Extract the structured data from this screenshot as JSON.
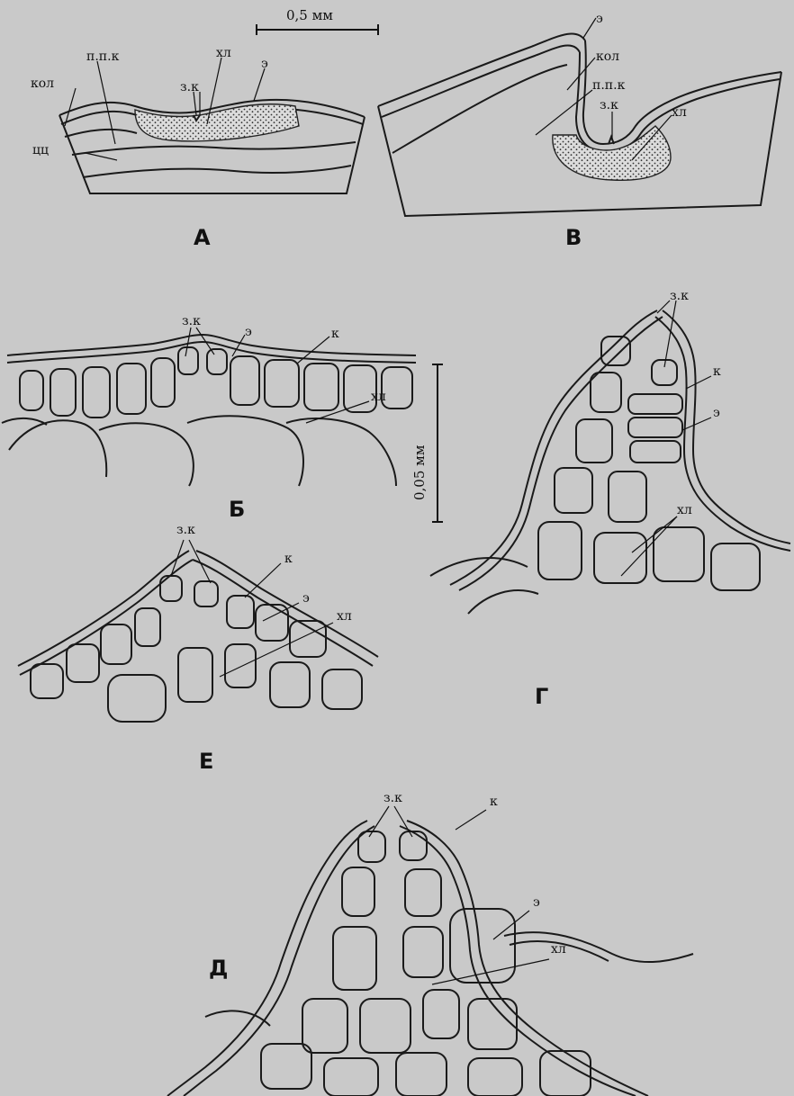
{
  "scale_bars": {
    "top_label": "0,5 мм",
    "mid_label": "0,05 мм"
  },
  "panels": {
    "A": {
      "letter": "А",
      "labels": [
        "кол",
        "п.п.к",
        "з.к",
        "хл",
        "э",
        "цц"
      ]
    },
    "B": {
      "letter": "В",
      "labels": [
        "э",
        "кол",
        "п.п.к",
        "з.к",
        "хл"
      ]
    },
    "Б": {
      "letter": "Б",
      "labels": [
        "з.к",
        "э",
        "к",
        "хл"
      ]
    },
    "Г": {
      "letter": "Г",
      "labels": [
        "з.к",
        "к",
        "э",
        "хл"
      ]
    },
    "Е": {
      "letter": "Е",
      "labels": [
        "з.к",
        "к",
        "э",
        "хл"
      ]
    },
    "Д": {
      "letter": "Д",
      "labels": [
        "з.к",
        "к",
        "э",
        "хл"
      ]
    }
  },
  "colors": {
    "background": "#c9c9c9",
    "line": "#1a1a1a"
  }
}
